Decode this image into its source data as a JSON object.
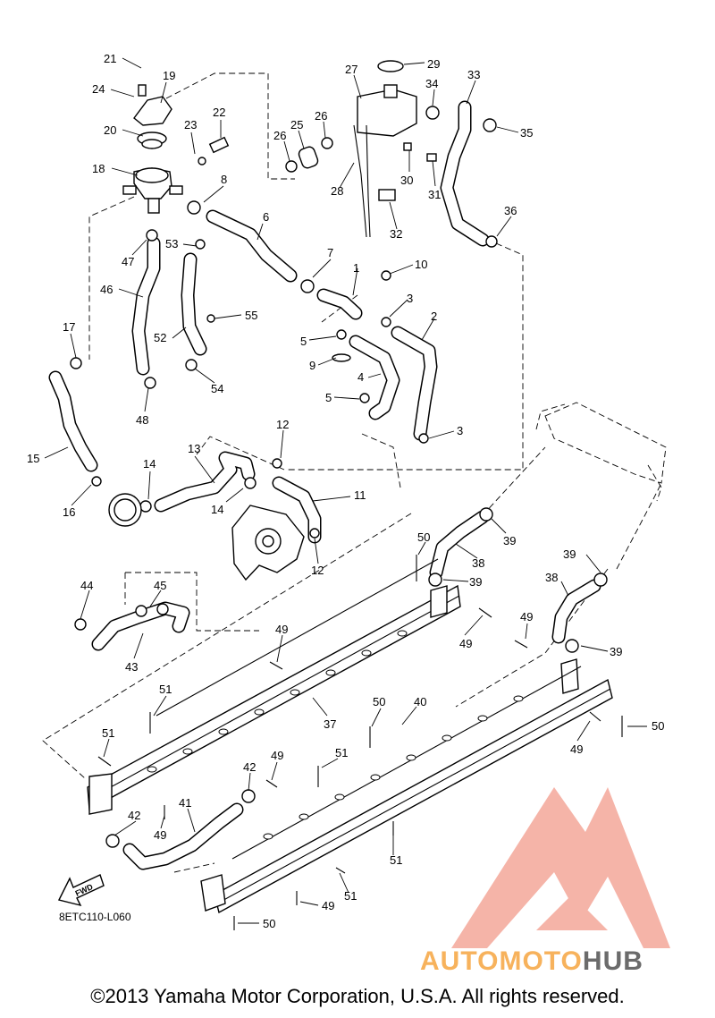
{
  "diagram_code": "8ETC110-L060",
  "fwd_label": "FWD",
  "copyright": "©2013 Yamaha Motor Corporation, U.S.A. All rights reserved.",
  "watermark": {
    "part1": "AUTOMOTO",
    "part2": "HUB",
    "color_primary": "#f4a79a",
    "color_orange": "#f7b25c",
    "color_dark": "#6b6b6b"
  },
  "callouts": {
    "n1": "1",
    "n2": "2",
    "n3": "3",
    "n3b": "3",
    "n4": "4",
    "n5": "5",
    "n5b": "5",
    "n6": "6",
    "n7": "7",
    "n8": "8",
    "n9": "9",
    "n10": "10",
    "n11": "11",
    "n12": "12",
    "n12b": "12",
    "n13": "13",
    "n14": "14",
    "n14b": "14",
    "n15": "15",
    "n16": "16",
    "n17": "17",
    "n18": "18",
    "n19": "19",
    "n20": "20",
    "n21": "21",
    "n22": "22",
    "n23": "23",
    "n24": "24",
    "n25": "25",
    "n26": "26",
    "n26b": "26",
    "n27": "27",
    "n28": "28",
    "n29": "29",
    "n30": "30",
    "n31": "31",
    "n32": "32",
    "n33": "33",
    "n34": "34",
    "n35": "35",
    "n36": "36",
    "n37": "37",
    "n38": "38",
    "n38b": "38",
    "n39": "39",
    "n39b": "39",
    "n39c": "39",
    "n39d": "39",
    "n40": "40",
    "n41": "41",
    "n42": "42",
    "n42b": "42",
    "n43": "43",
    "n44": "44",
    "n45": "45",
    "n46": "46",
    "n47": "47",
    "n48": "48",
    "n49": "49",
    "n49b": "49",
    "n49c": "49",
    "n49d": "49",
    "n49e": "49",
    "n49f": "49",
    "n50": "50",
    "n50b": "50",
    "n50c": "50",
    "n51": "51",
    "n51b": "51",
    "n51c": "51",
    "n51d": "51",
    "n51e": "51",
    "n52": "52",
    "n53": "53",
    "n54": "54",
    "n55": "55"
  }
}
